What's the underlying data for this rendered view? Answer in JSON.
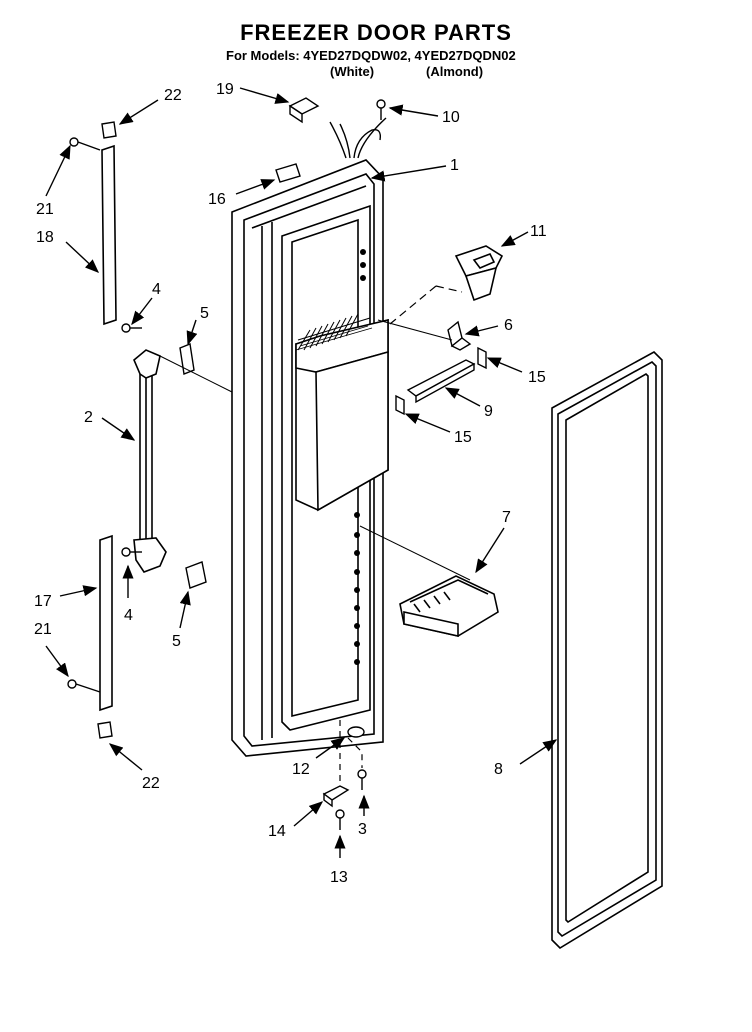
{
  "header": {
    "title": "FREEZER DOOR PARTS",
    "models_line": "For Models: 4YED27DQDW02, 4YED27DQDN02",
    "model_white": "(White)",
    "model_almond": "(Almond)"
  },
  "callouts": [
    "22",
    "19",
    "10",
    "1",
    "21",
    "16",
    "18",
    "11",
    "4",
    "5",
    "6",
    "15",
    "2",
    "9",
    "15",
    "7",
    "17",
    "4",
    "21",
    "5",
    "8",
    "12",
    "14",
    "3",
    "13",
    "22"
  ]
}
